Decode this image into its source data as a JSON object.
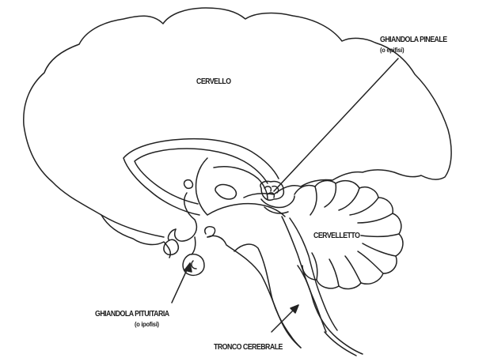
{
  "labels": {
    "cervello": "CERVELLO",
    "pineal": "GHIANDOLA PINEALE",
    "pineal_sub": "(o epifisi)",
    "cervelletto": "CERVELLETTO",
    "pituitary": "GHIANDOLA PITUITARIA",
    "pituitary_sub": "(o ipofisi)",
    "tronco": "TRONCO CEREBRALE"
  },
  "colors": {
    "line": "#222222",
    "background": "#ffffff"
  }
}
